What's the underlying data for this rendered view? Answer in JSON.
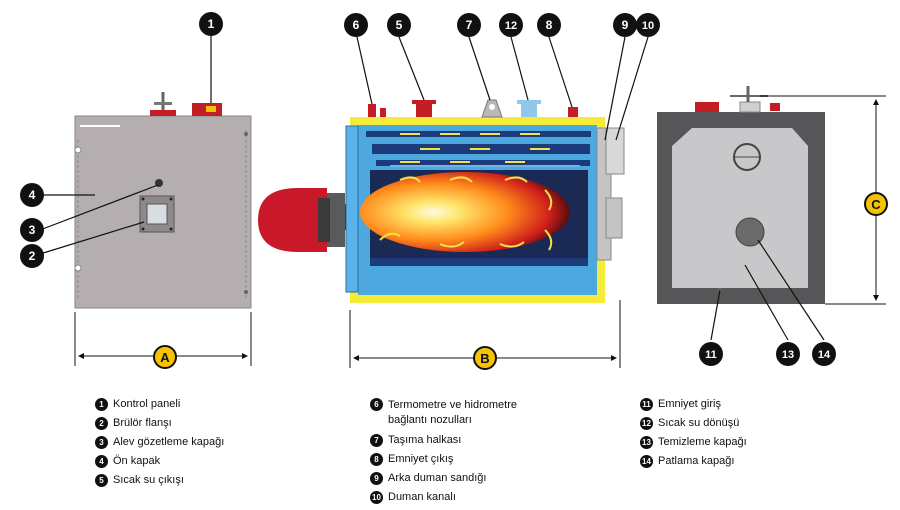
{
  "callouts": [
    "1",
    "2",
    "3",
    "4",
    "5",
    "6",
    "7",
    "8",
    "9",
    "10",
    "11",
    "12",
    "13",
    "14"
  ],
  "dimensions": {
    "a": "A",
    "b": "B",
    "c": "C"
  },
  "legend": {
    "col1": [
      {
        "num": "1",
        "text": "Kontrol paneli"
      },
      {
        "num": "2",
        "text": "Brülör flanşı"
      },
      {
        "num": "3",
        "text": "Alev gözetleme kapağı"
      },
      {
        "num": "4",
        "text": "Ön kapak"
      },
      {
        "num": "5",
        "text": "Sıcak su çıkışı"
      }
    ],
    "col2": [
      {
        "num": "6",
        "text": "Termometre ve hidrometre bağlantı nozulları"
      },
      {
        "num": "7",
        "text": "Taşıma halkası"
      },
      {
        "num": "8",
        "text": "Emniyet çıkış"
      },
      {
        "num": "9",
        "text": "Arka duman sandığı"
      },
      {
        "num": "10",
        "text": "Duman kanalı"
      }
    ],
    "col3": [
      {
        "num": "11",
        "text": "Emniyet giriş"
      },
      {
        "num": "12",
        "text": "Sıcak su dönüşü"
      },
      {
        "num": "13",
        "text": "Temizleme kapağı"
      },
      {
        "num": "14",
        "text": "Patlama kapağı"
      }
    ]
  },
  "colors": {
    "panel": "#b5aeb0",
    "panel_dark": "#565558",
    "blue": "#4ea8e0",
    "yellow": "#f5ec3a",
    "red": "#d4172a",
    "dark_blue": "#1c3b7a",
    "callout_dim": "#f5c400"
  }
}
